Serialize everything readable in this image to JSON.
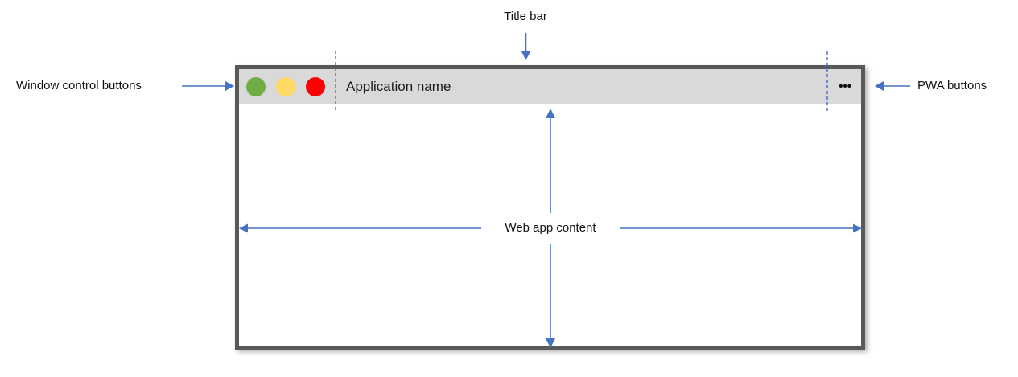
{
  "figure": {
    "annotations": {
      "title_bar": "Title bar",
      "window_controls": "Window control buttons",
      "pwa_buttons": "PWA buttons",
      "web_app_content": "Web app content"
    },
    "window": {
      "app_name": "Application name",
      "ellipsis": "•••"
    },
    "icons": {
      "window_control_buttons": [
        "green-circle",
        "yellow-circle",
        "red-circle"
      ],
      "pwa_menu": "ellipsis-icon"
    },
    "colors": {
      "annotation_blue": "#4472C4",
      "window_border": "#595959",
      "titlebar_bg": "#D9D9D9",
      "control_green": "#70AD47",
      "control_yellow": "#FFD966",
      "control_red": "#FF0000",
      "label_text": "#111111"
    }
  }
}
